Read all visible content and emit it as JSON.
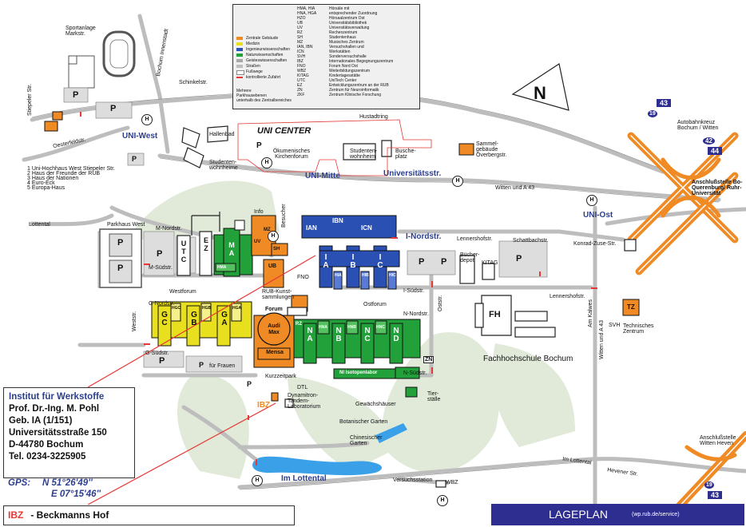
{
  "colors": {
    "central": "#f08a24",
    "medicine": "#e8e01e",
    "engineering": "#2a50b4",
    "natural_sciences": "#22a03a",
    "humanities": "#a8a8a8",
    "roads": "#bdbdbd",
    "green": "#dfe9d6",
    "water": "#3aa0e8",
    "accent": "#2c3e8f",
    "pointer": "#e53935"
  },
  "legend": {
    "abbreviations": [
      {
        "code": "HMA, HIA",
        "name": "Hörsäle mit"
      },
      {
        "code": "HNA, HGA",
        "name": "entsprechender Zuordnung"
      },
      {
        "code": "HZO",
        "name": "Hörsaalzentrum Ost"
      },
      {
        "code": "UB",
        "name": "Universitätsbibliothek"
      },
      {
        "code": "UV",
        "name": "Universitätsverwaltung"
      },
      {
        "code": "RZ",
        "name": "Rechenzentrum"
      },
      {
        "code": "SH",
        "name": "Studentenhaus"
      },
      {
        "code": "MZ",
        "name": "Musisches Zentrum"
      },
      {
        "code": "IAN, IBN",
        "name": "Versuchshallen und"
      },
      {
        "code": "ICN",
        "name": "Werkstätten"
      },
      {
        "code": "SVH",
        "name": "Sonderversuchshalle"
      },
      {
        "code": "IBZ",
        "name": "Internationales Begegnungszentrum"
      },
      {
        "code": "FNO",
        "name": "Forum Nord Ost"
      },
      {
        "code": "WBZ",
        "name": "Weiterbildungszentrum"
      },
      {
        "code": "KITAG",
        "name": "Kindertagesstätte"
      },
      {
        "code": "UTC",
        "name": "UniTech Center"
      },
      {
        "code": "EZ",
        "name": "Entwicklungszentrum an der RUB"
      },
      {
        "code": "ZN",
        "name": "Zentrum für Neuroinformatik"
      },
      {
        "code": "ZKF",
        "name": "Zentrum Klinische Forschung"
      }
    ],
    "categories": [
      {
        "label": "Zentrale Gebäude",
        "color": "#f08a24"
      },
      {
        "label": "Medizin",
        "color": "#e8e01e"
      },
      {
        "label": "Ingenieurwissenschaften",
        "color": "#2a50b4"
      },
      {
        "label": "Naturwissenschaften",
        "color": "#22a03a"
      },
      {
        "label": "Geisteswissenschaften",
        "color": "#a8a8a8"
      },
      {
        "label": "Straßen",
        "color": "#bdbdbd"
      },
      {
        "label": "Fußwege",
        "color": "#ffffff"
      },
      {
        "label": "kontrollierte Zufahrt",
        "color": "#e53935"
      }
    ],
    "note_line1": "Mehrere",
    "note_line2": "Parkhausebenen",
    "note_line3": "unterhalb des Zentralbereiches"
  },
  "compass": "N",
  "areas": {
    "uni_center": "UNI CENTER",
    "uni_west": "UNI-West",
    "uni_mitte": "UNI-Mitte",
    "uni_ost": "UNI-Ost",
    "universitaetsstr": "Universitätsstr.",
    "i_nordstr": "I-Nordstr.",
    "im_lottental": "Im Lottental",
    "fachhochschule": "Fachhochschule Bochum"
  },
  "streets": {
    "sportanlage": "Sportanlage Markstr.",
    "bochum_innenstadt": "Bochum Innenstadt",
    "schinkelstr": "Schinkelstr.",
    "stiepeler": "Stiepeler Str.",
    "oesterfeldstr": "Oesterfeldstr.",
    "hustadtring": "Hustadtring",
    "wittener": "Witten und A 43",
    "lennershofstr": "Lennershofstr.",
    "schattbachstr": "Schattbachstr.",
    "konrad_zuse": "Konrad-Zuse-Str.",
    "lottental": "Lottental",
    "westforum": "Westforum",
    "ostforum": "Ostforum",
    "m_nordstr": "M-Nordstr.",
    "m_suedstr": "M-Südstr.",
    "g_nordstr": "G-Nordstr.",
    "g_suedstr": "G-Südstr.",
    "weststr": "Weststr.",
    "oststr": "Oststr.",
    "n_nordstr": "N-Nordstr.",
    "n_suedstr": "N-Südstr.",
    "i_suedstr": "I-Südstr.",
    "am_kalwes": "Am Kalwes",
    "im_lottental_street": "Im Lottental",
    "hevener_str": "Hevener Str.",
    "lennershofstr2": "Lennershofstr."
  },
  "places": {
    "hallenbad": "Hallenbad",
    "studentenwohnheim1": "Studenten-wohnheime",
    "oekumenisches": "Ökumenisches Kirchenforum",
    "studentenwohnheim2": "Studenten-wohnheim",
    "buscheplatz": "Busche-platz",
    "sammelgebaeude": "Sammel-gebäude Overbergstr.",
    "parkhaus_west": "Parkhaus West",
    "info": "Info",
    "besucher": "Besucher",
    "buecherdepot": "Bücher-depot",
    "kitag": "KITAG",
    "rub_kunst": "RUB-Kunst-sammlungen",
    "forum": "Forum",
    "audimax": "Audi Max",
    "mensa": "Mensa",
    "fno": "FNO",
    "kurzzeitparkplatz": "Kurzzeitpark",
    "p_fuer_frauen": "für Frauen",
    "dtl": "DTL",
    "dynamitron": "Dynamitron-Tandem-Laboratorium",
    "gewaechshaeuser": "Gewächshäuser",
    "tierstaelle": "Tier-ställe",
    "botanischer": "Botanischer Garten",
    "chinesischer": "Chinesischer Garten",
    "versuchsstation": "Versuchsstation",
    "wbz": "WBZ",
    "isotopenlabor": "Nl Isotopenlabor",
    "tz": "TZ",
    "svh": "SVH",
    "technische_zentrum": "Technisches Zentrum",
    "fh": "FH",
    "autobahnkreuz": "Autobahnkreuz Bochum / Witten",
    "anschluss_querenburg": "Anschlußstelle Bo-Querenburg/ Ruhr-Universität",
    "anschluss_heven": "Anschlußstelle Witten Heven",
    "ibz": "IBZ"
  },
  "west_list": [
    "1 Uni-Hochhaus West Stiepeler Str.",
    "2 Haus der Freunde der RUB",
    "3 Haus der Nationen",
    "4 Euro-Eck",
    "5 Europa-Haus"
  ],
  "buildings": {
    "ia": "I A",
    "ib": "I B",
    "ic": "I C",
    "ian": "IAN",
    "ibn": "IBN",
    "icn": "ICN",
    "hia": "HIA",
    "hib": "HIB",
    "hic": "HIC",
    "na": "N A",
    "nb": "N B",
    "nc": "N C",
    "nd": "N D",
    "hna": "HNA",
    "hnb": "HNB",
    "hnc": "HNC",
    "ga": "G A",
    "gb": "G B",
    "gc": "G C",
    "hga": "HGA",
    "hgb": "HGB",
    "hgc": "HGC",
    "ma": "M A",
    "hma": "HMA",
    "utc": "U T C",
    "ez": "E Z",
    "mz": "MZ",
    "ub": "UB",
    "uv": "UV",
    "sh": "SH",
    "rz": "RZ",
    "zn": "ZN",
    "parking": "P",
    "h": "H"
  },
  "highways": {
    "a43_top": "43",
    "a44": "44",
    "a42": "42",
    "b19_top": "19",
    "a43_bottom": "43",
    "b19_bottom": "19"
  },
  "info_box": {
    "line1": "Institut für Werkstoffe",
    "line2": "Prof. Dr.-Ing. M. Pohl",
    "line3": "Geb. IA (1/151)",
    "line4": "Universitätsstraße 150",
    "line5": "D-44780 Bochum",
    "line6": "Tel. 0234-3225905",
    "gps_label": "GPS:",
    "gps_n": "N 51°26'49''",
    "gps_e": "E 07°15'46''"
  },
  "ibz_box": {
    "code": "IBZ",
    "text": " - Beckmanns Hof"
  },
  "lageplan": {
    "title": "LAGEPLAN",
    "url": "(wp.rub.de/service)"
  }
}
